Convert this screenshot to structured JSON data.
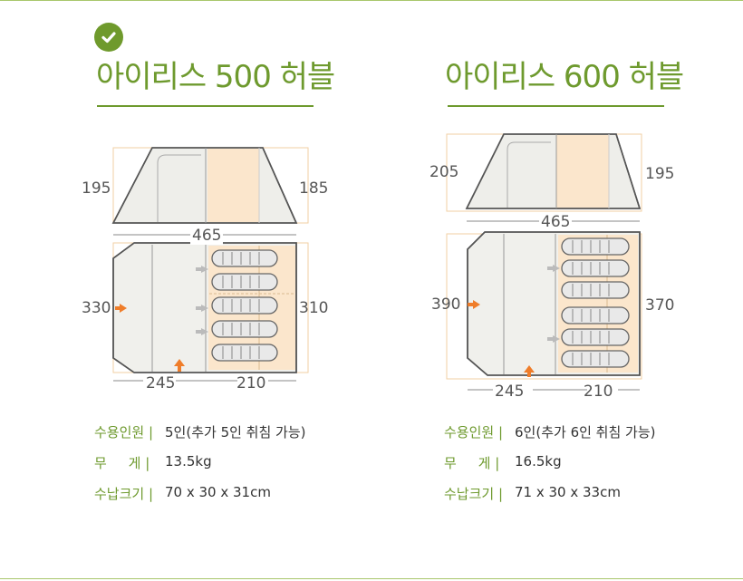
{
  "products": [
    {
      "title": "아이리스 500 허블",
      "selected": true,
      "dims": {
        "front_height": "195",
        "back_height": "185",
        "length": "465",
        "width_front": "330",
        "width_back": "310",
        "vestibule": "245",
        "bedroom": "210"
      },
      "specs": [
        {
          "label": "수용인원 |",
          "value": "5인(추가 5인 취침 가능)"
        },
        {
          "label": "무     게 |",
          "value": "13.5kg"
        },
        {
          "label": "수납크기 |",
          "value": "70 x 30 x 31cm"
        }
      ]
    },
    {
      "title": "아이리스 600 허블",
      "selected": false,
      "dims": {
        "front_height": "205",
        "back_height": "195",
        "length": "465",
        "width_front": "390",
        "width_back": "370",
        "vestibule": "245",
        "bedroom": "210"
      },
      "specs": [
        {
          "label": "수용인원 |",
          "value": "6인(추가 6인 취침 가능)"
        },
        {
          "label": "무     게 |",
          "value": "16.5kg"
        },
        {
          "label": "수납크기 |",
          "value": "71 x 30 x 33cm"
        }
      ]
    }
  ],
  "colors": {
    "accent": "#6e9a2e",
    "orange": "#ef7d2a",
    "bedroom_fill": "#fbe6cc",
    "outline": "#555555"
  },
  "icons": {
    "check": "check-circle-icon",
    "arrow": "orange-arrow-icon",
    "sleeping_bag": "sleeping-bag-icon"
  }
}
